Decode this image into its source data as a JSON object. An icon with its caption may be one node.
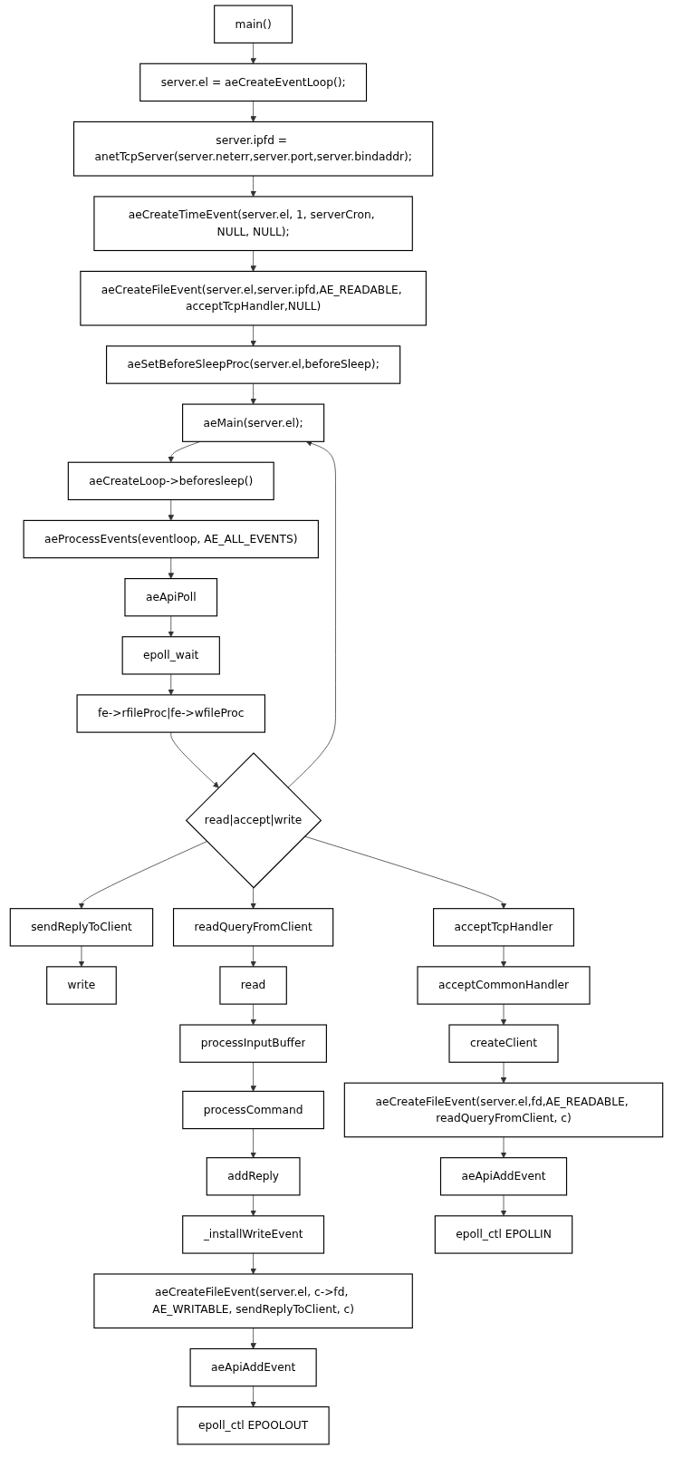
{
  "diagram": {
    "nodes": [
      {
        "text": [
          "main()"
        ]
      },
      {
        "text": [
          "server.el = aeCreateEventLoop();"
        ]
      },
      {
        "text": [
          "server.ipfd = anetTcpServer(server.neterr,server.port,server.bindaddr);"
        ]
      },
      {
        "text": [
          "aeCreateTimeEvent(server.el, 1, serverCron, NULL, NULL);"
        ]
      },
      {
        "text": [
          "aeCreateFileEvent(server.el,server.ipfd,AE_READABLE, acceptTcpHandler,NULL)"
        ]
      },
      {
        "text": [
          "aeSetBeforeSleepProc(server.el,beforeSleep);"
        ]
      },
      {
        "text": [
          "aeMain(server.el);"
        ]
      },
      {
        "text": [
          "aeCreateLoop->beforesleep()"
        ]
      },
      {
        "text": [
          "aeProcessEvents(eventloop, AE_ALL_EVENTS)"
        ]
      },
      {
        "text": [
          "aeApiPoll"
        ]
      },
      {
        "text": [
          "epoll_wait"
        ]
      },
      {
        "text": [
          "fe->rfileProc|fe->wfileProc"
        ]
      },
      {
        "text": [
          "read|accept|write"
        ]
      },
      {
        "text": [
          "readQueryFromClient"
        ]
      },
      {
        "text": [
          "sendReplyToClient"
        ]
      },
      {
        "text": [
          "acceptTcpHandler"
        ]
      },
      {
        "text": [
          "write"
        ]
      },
      {
        "text": [
          "read"
        ]
      },
      {
        "text": [
          "processInputBuffer"
        ]
      },
      {
        "text": [
          "processCommand"
        ]
      },
      {
        "text": [
          "addReply"
        ]
      },
      {
        "text": [
          "_installWriteEvent"
        ]
      },
      {
        "text": [
          "aeCreateFileEvent(server.el, c->fd, AE_WRITABLE, sendReplyToClient, c)"
        ]
      },
      {
        "text": [
          "aeApiAddEvent"
        ]
      },
      {
        "text": [
          "epoll_ctl EPOOLOUT"
        ]
      },
      {
        "text": [
          "acceptCommonHandler"
        ]
      },
      {
        "text": [
          "createClient"
        ]
      },
      {
        "text": [
          "aeCreateFileEvent(server.el,fd,AE_READABLE, readQueryFromClient, c)"
        ]
      },
      {
        "text": [
          "aeApiAddEvent"
        ]
      },
      {
        "text": [
          "epoll_ctl EPOLLIN"
        ]
      }
    ],
    "edges": [
      {
        "from": 0,
        "to": 1,
        "arrow": "to"
      },
      {
        "from": 1,
        "to": 2,
        "arrow": "to"
      },
      {
        "from": 2,
        "to": 3,
        "arrow": "to"
      },
      {
        "from": 3,
        "to": 4,
        "arrow": "to"
      },
      {
        "from": 4,
        "to": 5,
        "arrow": "to"
      },
      {
        "from": 5,
        "to": 6,
        "arrow": "to"
      },
      {
        "from": 6,
        "to": 7,
        "arrow": "to"
      },
      {
        "from": 7,
        "to": 8,
        "arrow": "to"
      },
      {
        "from": 8,
        "to": 9,
        "arrow": "to"
      },
      {
        "from": 9,
        "to": 10,
        "arrow": "to"
      },
      {
        "from": 10,
        "to": 11,
        "arrow": "to"
      },
      {
        "from": 11,
        "to": 12,
        "arrow": "to"
      },
      {
        "from": 12,
        "to": 6,
        "arrow": "to"
      },
      {
        "from": 12,
        "to": 13,
        "arrow": "to"
      },
      {
        "from": 12,
        "to": 14,
        "arrow": "to"
      },
      {
        "from": 12,
        "to": 15,
        "arrow": "to"
      },
      {
        "from": 14,
        "to": 16,
        "arrow": "to"
      },
      {
        "from": 13,
        "to": 17,
        "arrow": "to"
      },
      {
        "from": 17,
        "to": 18,
        "arrow": "to"
      },
      {
        "from": 18,
        "to": 19,
        "arrow": "to"
      },
      {
        "from": 19,
        "to": 20,
        "arrow": "to"
      },
      {
        "from": 20,
        "to": 21,
        "arrow": "to"
      },
      {
        "from": 21,
        "to": 22,
        "arrow": "to"
      },
      {
        "from": 22,
        "to": 23,
        "arrow": "to"
      },
      {
        "from": 23,
        "to": 24,
        "arrow": "to"
      },
      {
        "from": 15,
        "to": 25,
        "arrow": "to"
      },
      {
        "from": 25,
        "to": 26,
        "arrow": "to"
      },
      {
        "from": 26,
        "to": 27,
        "arrow": "to"
      },
      {
        "from": 27,
        "to": 28,
        "arrow": "to"
      },
      {
        "from": 28,
        "to": 29,
        "arrow": "to"
      }
    ]
  }
}
